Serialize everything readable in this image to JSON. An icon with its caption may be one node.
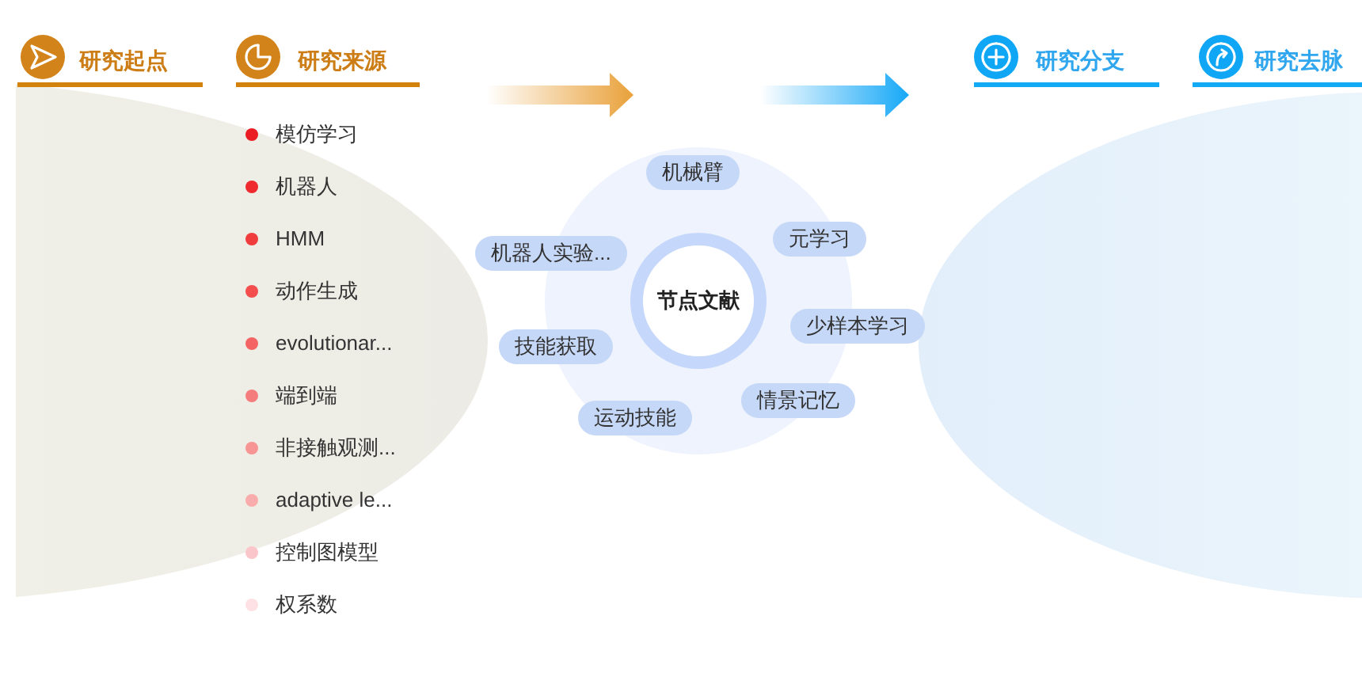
{
  "diagram": {
    "nodes": [
      {
        "text": [
          "节点文献"
        ]
      },
      {
        "text": [
          "机械臂"
        ]
      },
      {
        "text": [
          "元学习"
        ]
      },
      {
        "text": [
          "少样本学习"
        ]
      },
      {
        "text": [
          "情景记忆"
        ]
      },
      {
        "text": [
          "运动技能"
        ]
      },
      {
        "text": [
          "技能获取"
        ]
      },
      {
        "text": [
          "机器人实验..."
        ]
      }
    ],
    "labels": [
      "研究起点",
      "研究来源",
      "研究分支",
      "研究去脉",
      "模仿学习",
      "机器人",
      "HMM",
      "动作生成",
      "evolutionar...",
      "端到端",
      "非接触观测...",
      "adaptive le...",
      "控制图模型",
      "权系数"
    ]
  }
}
